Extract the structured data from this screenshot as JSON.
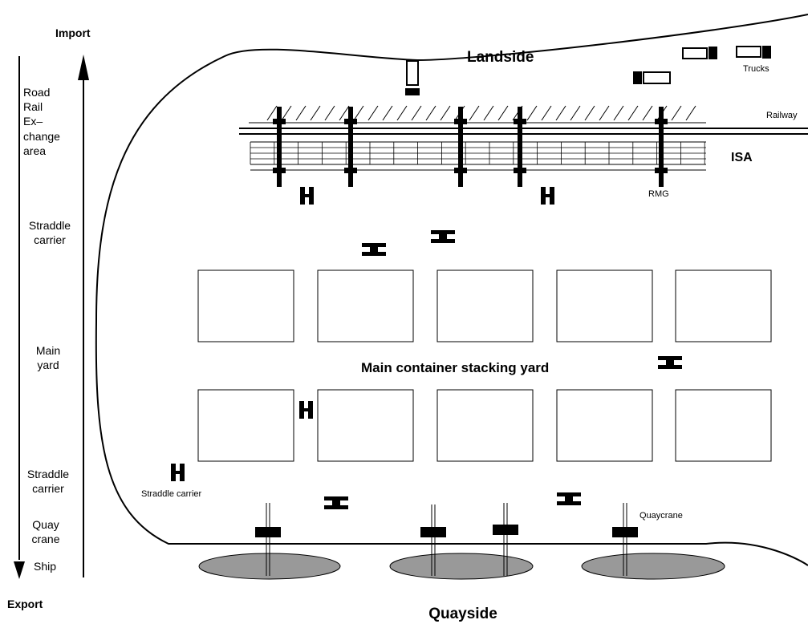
{
  "flow": {
    "import_label": "Import",
    "export_label": "Export",
    "stages": [
      "Road\nRail\nEx–\nchange\narea",
      "Straddle\ncarrier",
      "Main\nyard",
      "Straddle\ncarrier",
      "Quay\ncrane",
      "Ship"
    ]
  },
  "labels": {
    "landside": "Landside",
    "quayside": "Quayside",
    "railway": "Railway",
    "trucks": "Trucks",
    "isa": "ISA",
    "rmg": "RMG",
    "main_yard": "Main container stacking yard",
    "straddle_carrier": "Straddle carrier",
    "quaycrane": "Quaycrane"
  },
  "colors": {
    "line": "#000000",
    "ship_fill": "#999999",
    "background": "#ffffff"
  }
}
